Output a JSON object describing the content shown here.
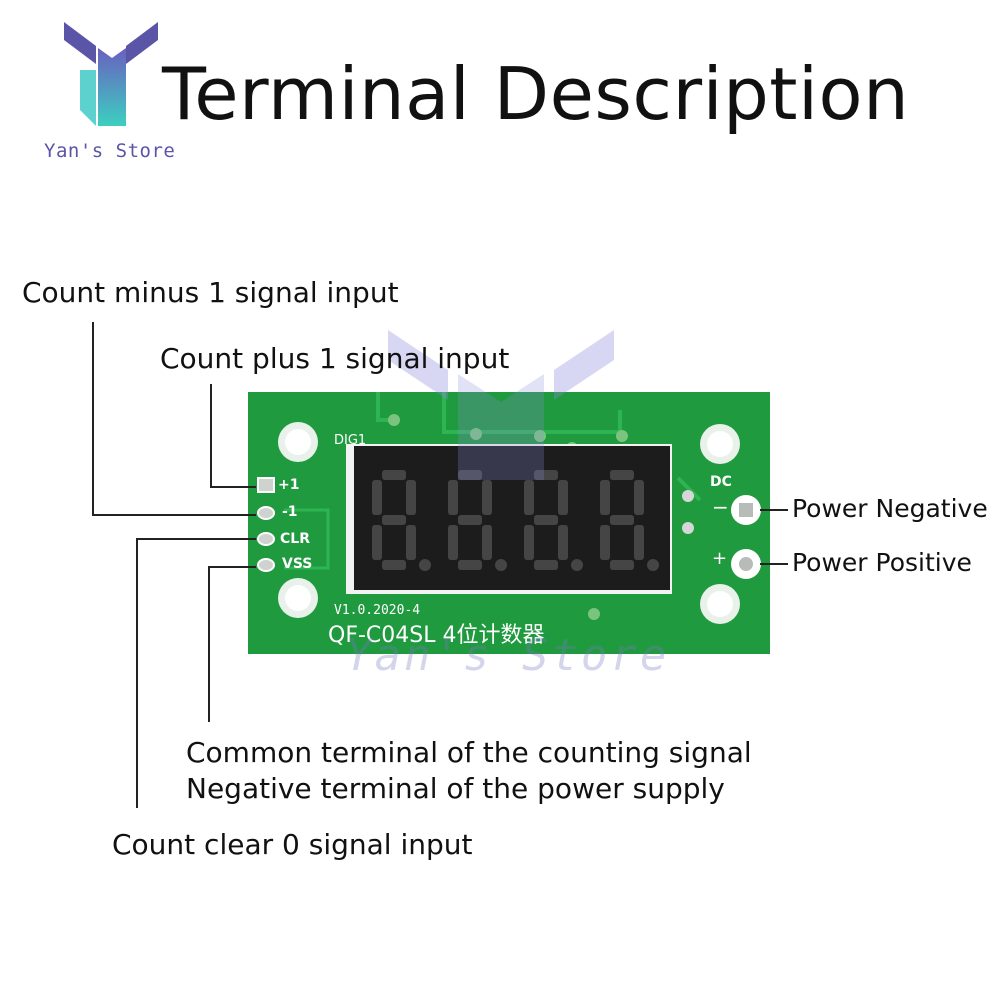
{
  "header": {
    "title": "Terminal Description",
    "brand": "Yan's Store"
  },
  "board": {
    "silk_dig": "DIG1",
    "silk_dc": "DC",
    "silk_minus": "−",
    "silk_plus": "+",
    "pin_labels": [
      "+1",
      "-1",
      "CLR",
      "VSS"
    ],
    "version": "V1.0.2020-4",
    "model": "QF-C04SL 4位计数器",
    "display_digits": [
      "8.",
      "8.",
      "8.",
      "8."
    ],
    "watermark": "Yan's Store"
  },
  "callouts": {
    "count_minus": "Count minus 1 signal input",
    "count_plus": "Count plus 1 signal input",
    "power_negative": "Power Negative",
    "power_positive": "Power Positive",
    "common_line1": "Common terminal of the counting signal",
    "common_line2": "Negative terminal of the power supply",
    "count_clear": "Count clear 0 signal input"
  },
  "colors": {
    "pcb_green": "#1f9a3e",
    "display_body": "#1c1c1c",
    "segment": "#454545",
    "logo_purple": "#5b55a8",
    "logo_teal": "#4fd0c0"
  }
}
